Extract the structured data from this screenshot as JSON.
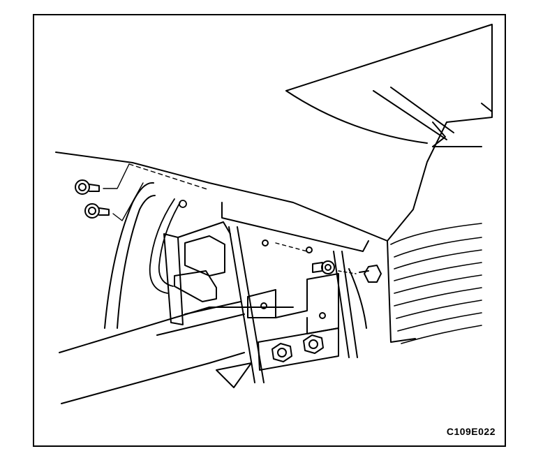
{
  "figure": {
    "code": "C109E022",
    "ink_color": "#000000",
    "background_color": "#ffffff"
  },
  "parts": {
    "upper_panel": "panel",
    "left_fasteners": "screws",
    "bracket": "mounting-bracket",
    "bolts": "bolts",
    "connector": "electrical-connector",
    "wire": "wire-harness",
    "fins": "radiator-fins"
  }
}
